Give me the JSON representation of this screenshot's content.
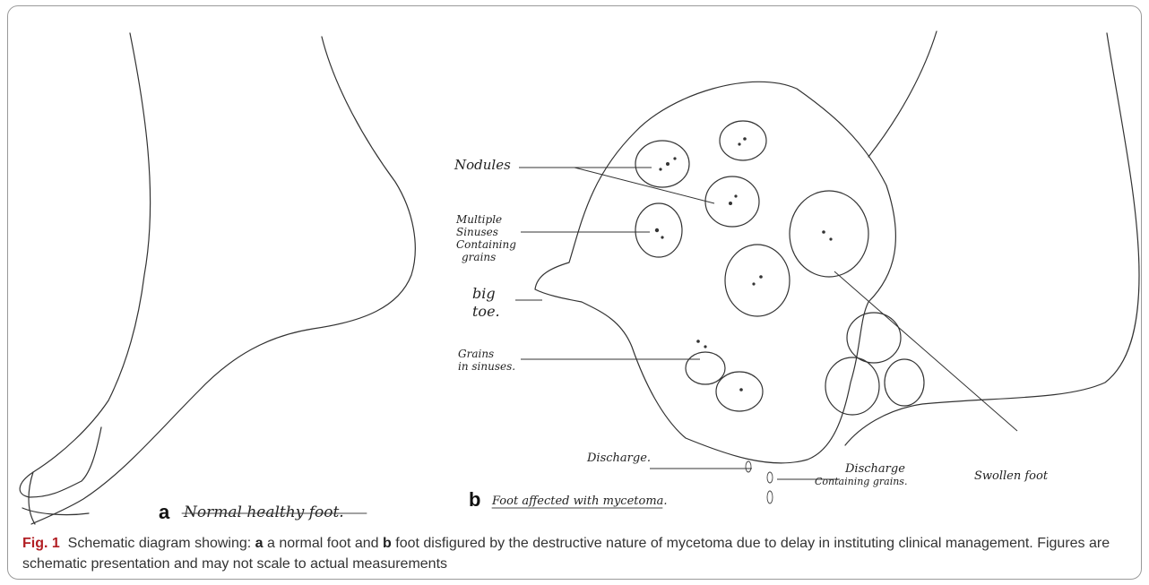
{
  "figure": {
    "panel_a": {
      "letter": "a",
      "label": "Normal healthy foot."
    },
    "panel_b": {
      "letter": "b",
      "label": "Foot affected with mycetoma.",
      "annotations": {
        "nodules": "Nodules",
        "multiple_line1": "Multiple",
        "multiple_line2": "Sinuses",
        "multiple_line3": "Containing",
        "multiple_line4": "grains",
        "big_toe_line1": "big",
        "big_toe_line2": "toe.",
        "grains_line1": "Grains",
        "grains_line2": "in sinuses.",
        "discharge": "Discharge.",
        "discharge_grains_line1": "Discharge",
        "discharge_grains_line2": "Containing grains.",
        "swollen_foot": "Swollen foot"
      }
    },
    "caption": {
      "fig_label": "Fig. 1",
      "intro": "Schematic diagram showing:",
      "a": "a",
      "a_text": "a normal foot and",
      "b": "b",
      "b_text": "foot disfigured by the destructive nature of mycetoma due to delay in instituting clinical management. Figures are schematic presentation and may not scale to actual measurements"
    }
  }
}
